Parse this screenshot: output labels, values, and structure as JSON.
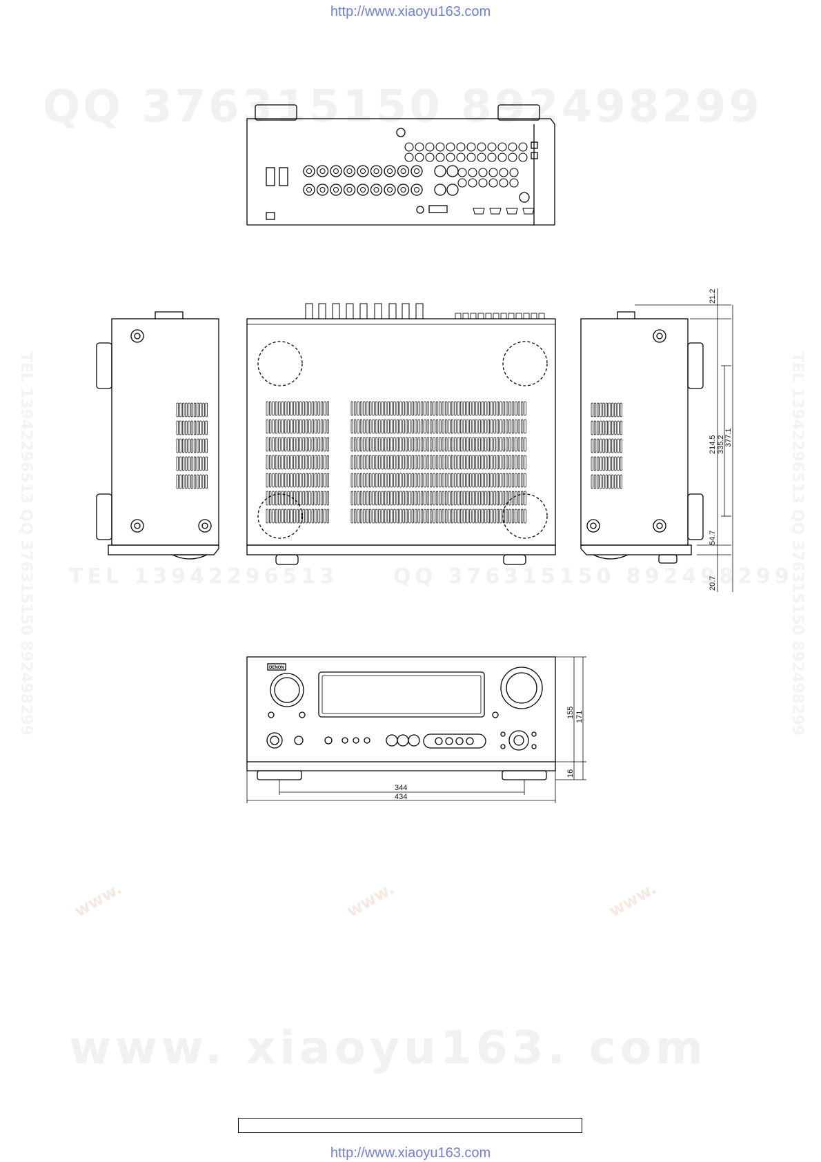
{
  "header": {
    "url": "http://www.xiaoyu163.com"
  },
  "footer": {
    "url": "http://www.xiaoyu163.com"
  },
  "watermarks": {
    "qq_top": "QQ 376315150   892498299",
    "tel_mid": "TEL 13942296513",
    "qq_mid": "QQ 376315150 892498299",
    "big_bottom": "www. xiaoyu163. com",
    "side": "TEL 13942296513 QQ 376315150 892498299",
    "diagonal": "www."
  },
  "brand": {
    "logo": "DENON"
  },
  "dimensions": {
    "side_view": {
      "top_offset": "21.2",
      "foot_spacing": "214.5",
      "depth_body": "335.2",
      "depth_total": "377.1",
      "rear_foot": "54.7",
      "front_offset": "20.7"
    },
    "front_view": {
      "height_body": "155",
      "height_total": "171",
      "foot_height": "16",
      "foot_spacing": "344",
      "width": "434"
    }
  }
}
